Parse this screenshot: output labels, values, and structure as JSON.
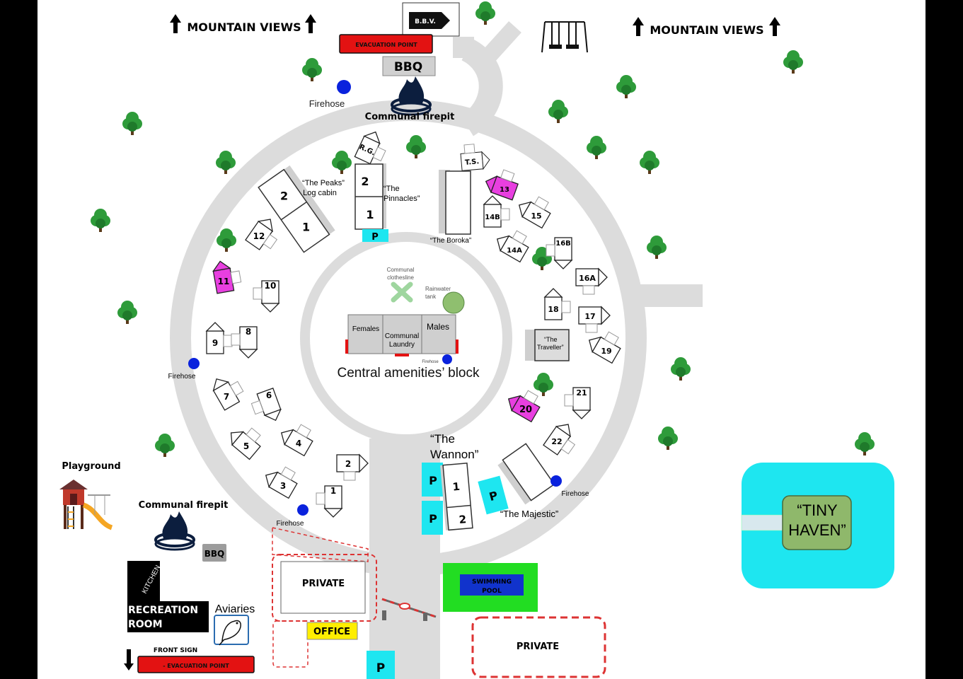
{
  "top": {
    "mountain_views_left": "MOUNTAIN VIEWS",
    "mountain_views_right": "MOUNTAIN VIEWS",
    "bbv": "B.B.V.",
    "evac_top": "EVACUATION POINT",
    "bbq_top": "BBQ",
    "communal_firepit_top": "Communal firepit",
    "firehose_top": "Firehose"
  },
  "sites": {
    "rg": "R.G.",
    "ts": "T.S.",
    "peaks_title": "“The Peaks”",
    "peaks_sub": "Log cabin",
    "peaks_2": "2",
    "peaks_1": "1",
    "pinnacles_title": "“The",
    "pinnacles_sub": "Pinnacles”",
    "pinnacles_2": "2",
    "pinnacles_1": "1",
    "boroka": "“The Boroka”",
    "s11": "11",
    "s12": "12",
    "s10": "10",
    "s9": "9",
    "s8": "8",
    "s7": "7",
    "s6": "6",
    "s5": "5",
    "s4": "4",
    "s3": "3",
    "s2": "2",
    "s1": "1",
    "s13": "13",
    "s14b": "14B",
    "s14a": "14A",
    "s15": "15",
    "s16b": "16B",
    "s16a": "16A",
    "s17": "17",
    "s18": "18",
    "s19": "19",
    "s20": "20",
    "s21": "21",
    "s22": "22",
    "traveller_1": "“The",
    "traveller_2": "Traveller”",
    "wannon_1": "“The",
    "wannon_2": "Wannon”",
    "wannon_u1": "1",
    "wannon_u2": "2",
    "majestic": "“The Majestic”",
    "parking": "P"
  },
  "centre": {
    "clothesline_1": "Communal",
    "clothesline_2": "clothesline",
    "rainwater_1": "Rainwater",
    "rainwater_2": "tank",
    "females": "Females",
    "laundry_1": "Communal",
    "laundry_2": "Laundry",
    "males": "Males",
    "firehose_small": "Firehose",
    "block_title": "Central amenities’ block"
  },
  "firehoses": {
    "left": "Firehose",
    "bottom": "Firehose",
    "right": "Firehose"
  },
  "bottom_left": {
    "playground": "Playground",
    "communal_firepit": "Communal firepit",
    "bbq": "BBQ",
    "kitchen": "KITCHEN",
    "rec_1": "RECREATION",
    "rec_2": "ROOM",
    "aviaries": "Aviaries",
    "front_sign": "FRONT SIGN",
    "evac_bottom": "- EVACUATION POINT"
  },
  "bottom": {
    "private_left": "PRIVATE",
    "office": "OFFICE",
    "swimming_1": "SWIMMING",
    "swimming_2": "POOL",
    "private_right": "PRIVATE",
    "parking": "P"
  },
  "tiny_haven": {
    "line1": "“TINY",
    "line2": "HAVEN”"
  },
  "colors": {
    "road": "#dcdcdc",
    "tree": "#2e9b3a",
    "magenta": "#e83fe0",
    "cyan": "#1ee6f0",
    "evac_red": "#e31212",
    "office_yellow": "#ffee00",
    "pool_green": "#22dd22",
    "pool_blue": "#1133cc",
    "haven_green": "#8fb86b",
    "firehose_blue": "#0a22dd"
  }
}
